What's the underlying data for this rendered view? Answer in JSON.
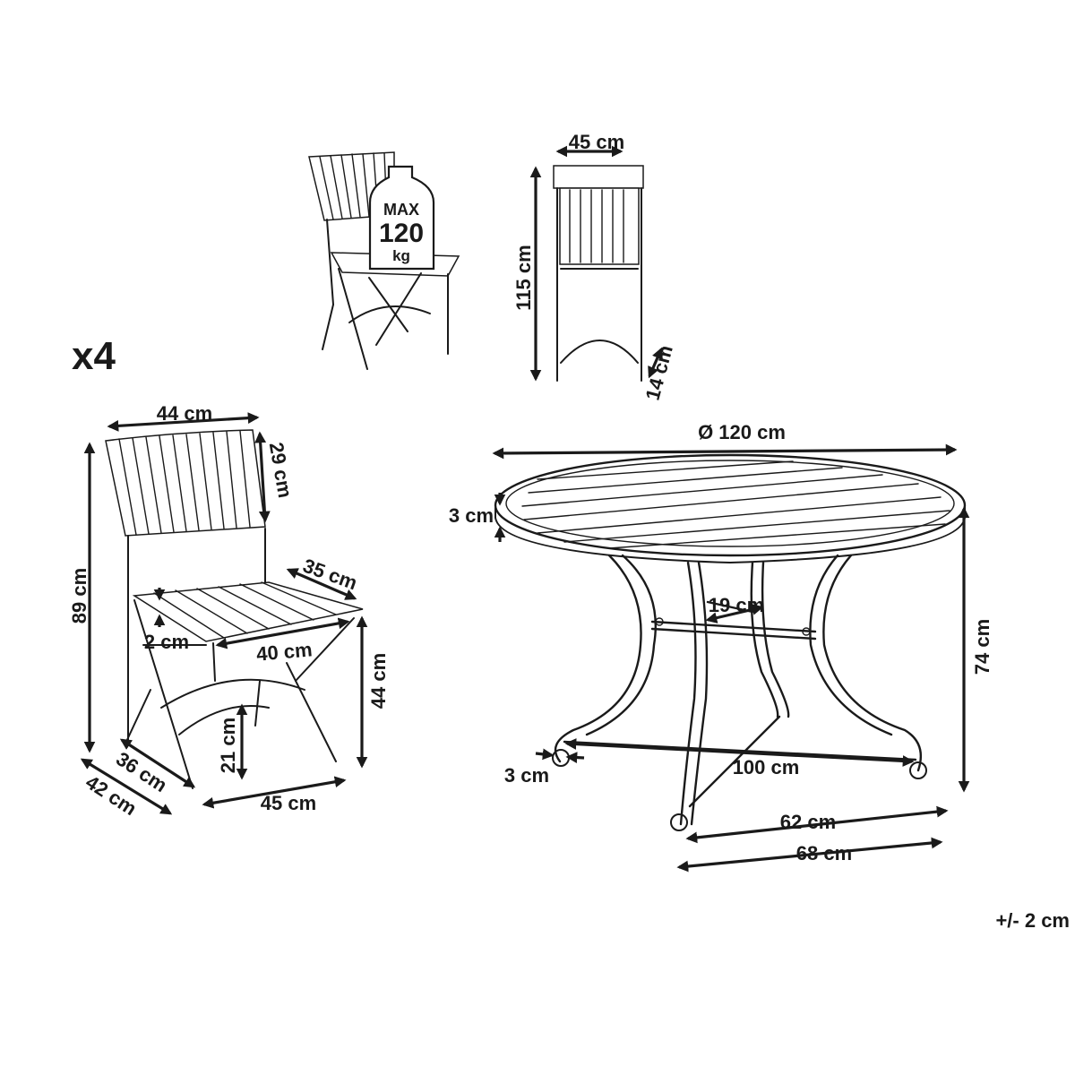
{
  "quantity": "x4",
  "load": {
    "line1": "MAX",
    "line2": "120",
    "line3": "kg"
  },
  "folded_chair": {
    "width": "45 cm",
    "height": "115 cm",
    "folded_depth": "14 cm"
  },
  "chair": {
    "width": "44 cm",
    "backrest_height": "29 cm",
    "seat_depth": "35 cm",
    "total_height": "89 cm",
    "seat_thickness": "2 cm",
    "seat_width": "40 cm",
    "seat_height": "44 cm",
    "clearance": "21 cm",
    "depth_inner": "36 cm",
    "depth_outer": "42 cm",
    "base_width": "45 cm"
  },
  "table": {
    "diameter": "Ø 120 cm",
    "top_thickness": "3 cm",
    "height": "74 cm",
    "stretcher": "19 cm",
    "foot": "3 cm",
    "base_span": "100 cm",
    "base_inner": "62 cm",
    "base_outer": "68 cm"
  },
  "tolerance": "+/- 2 cm"
}
